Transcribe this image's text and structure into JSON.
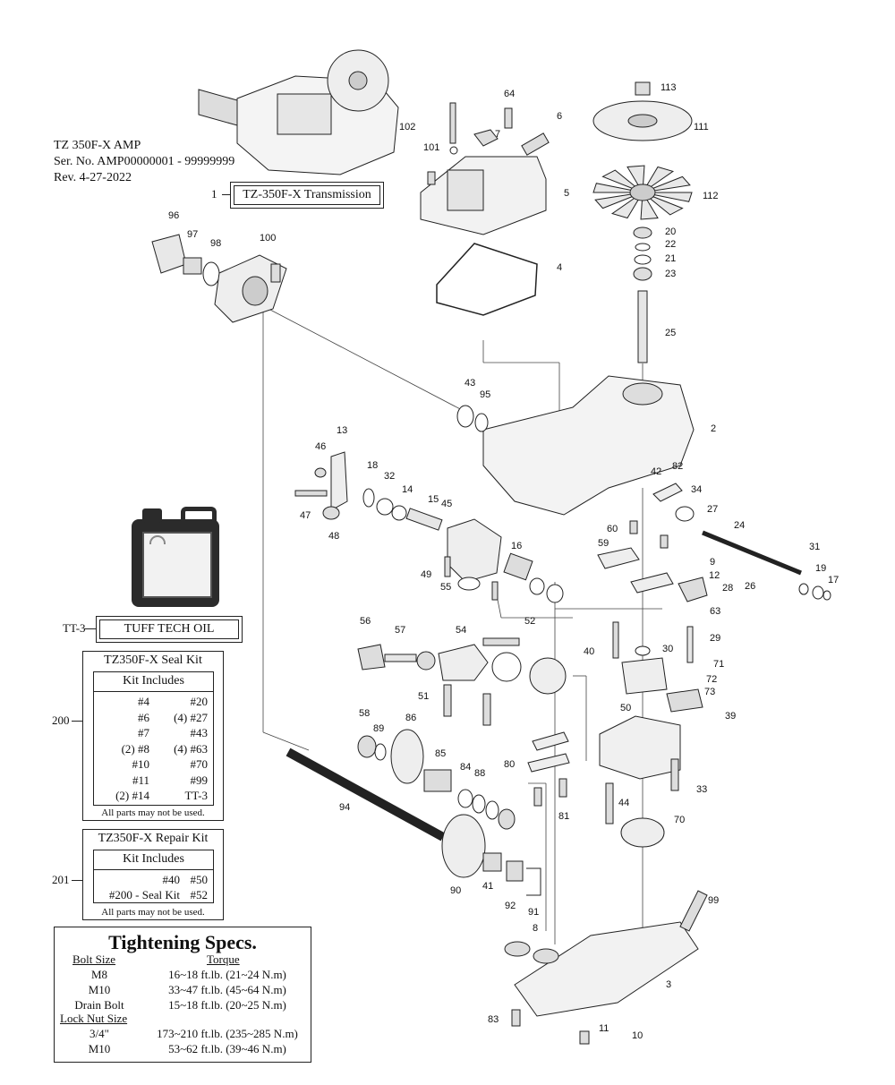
{
  "header": {
    "model": "TZ 350F-X AMP",
    "serial": "Ser. No. AMP00000001 - 99999999",
    "revision": "Rev. 4-27-2022"
  },
  "transmission_label": {
    "number": "1",
    "name": "TZ-350F-X Transmission"
  },
  "oil_label": {
    "number": "TT-3",
    "name": "TUFF TECH OIL"
  },
  "seal_kit": {
    "number": "200",
    "title": "TZ350F-X Seal Kit",
    "includes_heading": "Kit Includes",
    "left": [
      "#4",
      "#6",
      "#7",
      "(2) #8",
      "#10",
      "#11",
      "(2) #14"
    ],
    "right": [
      "#20",
      "(4) #27",
      "#43",
      "(4) #63",
      "#70",
      "#99",
      "TT-3"
    ],
    "note": "All parts may not be used."
  },
  "repair_kit": {
    "number": "201",
    "title": "TZ350F-X Repair Kit",
    "includes_heading": "Kit Includes",
    "left": [
      "#40",
      "#200 - Seal Kit"
    ],
    "right": [
      "#50",
      "#52"
    ],
    "note": "All parts may not be used."
  },
  "tightening_specs": {
    "title": "Tightening Specs.",
    "col1_heading": "Bolt Size",
    "col2_heading": "Torque",
    "rows": [
      {
        "size": "M8",
        "torque": "16~18 ft.lb. (21~24 N.m)"
      },
      {
        "size": "M10",
        "torque": "33~47 ft.lb. (45~64 N.m)"
      },
      {
        "size": "Drain Bolt",
        "torque": "15~18 ft.lb. (20~25 N.m)"
      }
    ],
    "locknut_heading": "Lock Nut Size",
    "locknut_rows": [
      {
        "size": "3/4\"",
        "torque": "173~210 ft.lb. (235~285 N.m)"
      },
      {
        "size": "M10",
        "torque": "53~62 ft.lb. (39~46 N.m)"
      }
    ]
  },
  "part_numbers": [
    "2",
    "3",
    "4",
    "5",
    "6",
    "7",
    "8",
    "9",
    "10",
    "11",
    "12",
    "13",
    "14",
    "15",
    "16",
    "17",
    "18",
    "19",
    "20",
    "21",
    "22",
    "23",
    "24",
    "25",
    "26",
    "27",
    "28",
    "29",
    "30",
    "31",
    "32",
    "33",
    "34",
    "39",
    "40",
    "41",
    "42",
    "43",
    "44",
    "45",
    "46",
    "47",
    "48",
    "49",
    "50",
    "51",
    "52",
    "54",
    "55",
    "56",
    "57",
    "58",
    "59",
    "60",
    "63",
    "64",
    "70",
    "71",
    "72",
    "73",
    "80",
    "81",
    "82",
    "83",
    "84",
    "85",
    "86",
    "88",
    "89",
    "90",
    "91",
    "92",
    "94",
    "95",
    "96",
    "97",
    "98",
    "99",
    "100",
    "101",
    "102",
    "111",
    "112",
    "113"
  ]
}
